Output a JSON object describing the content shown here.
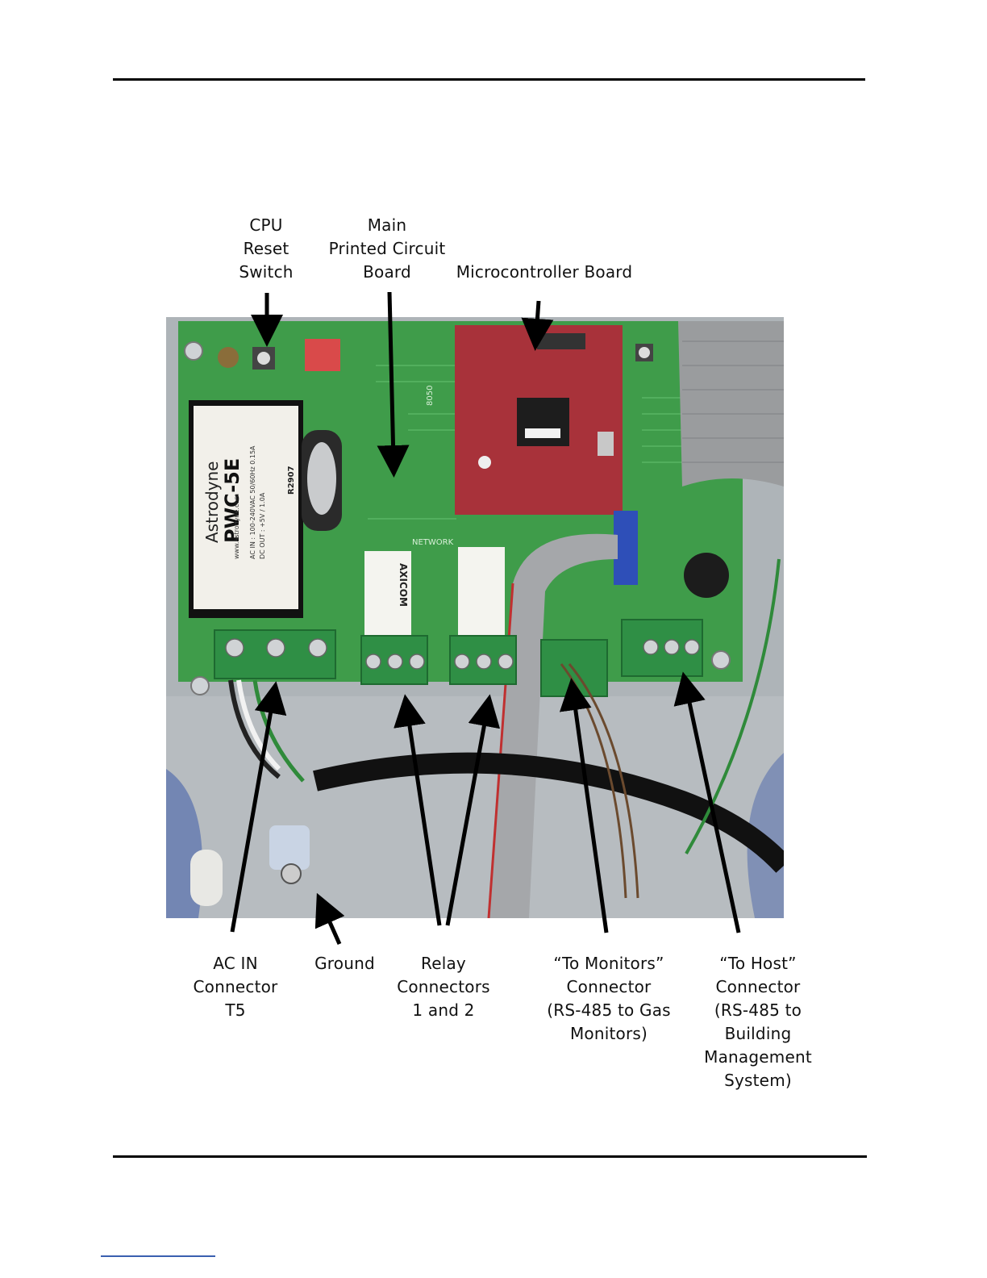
{
  "labels": {
    "cpu_reset": "CPU\nReset\nSwitch",
    "main_pcb": "Main\nPrinted Circuit\nBoard",
    "micro_board": "Microcontroller Board",
    "ac_in": "AC IN\nConnector\nT5",
    "ground": "Ground",
    "relay": "Relay\nConnectors\n1 and 2",
    "to_monitors": "“To Monitors”\nConnector\n(RS-485 to Gas\nMonitors)",
    "to_host": "“To Host”\nConnector\n(RS-485 to\nBuilding\nManagement\nSystem)"
  },
  "photo": {
    "psu_brand": "Astrodyne",
    "psu_model": "PWC-5E",
    "psu_url": "www.astrodyne.com",
    "psu_ac": "AC IN : 100-240VAC 50/60Hz 0.15A",
    "psu_dc": "DC OUT : +5V / 1.0A",
    "psu_code": "R2907",
    "relay_brand": "AXICOM",
    "network_silk": "NETWORK",
    "micro_silk": "8050"
  },
  "colors": {
    "pcb_green": "#3f9c4a",
    "micro_red": "#a8323a",
    "terminal_green": "#2f8f45",
    "enclosure": "#aeb4b8"
  }
}
